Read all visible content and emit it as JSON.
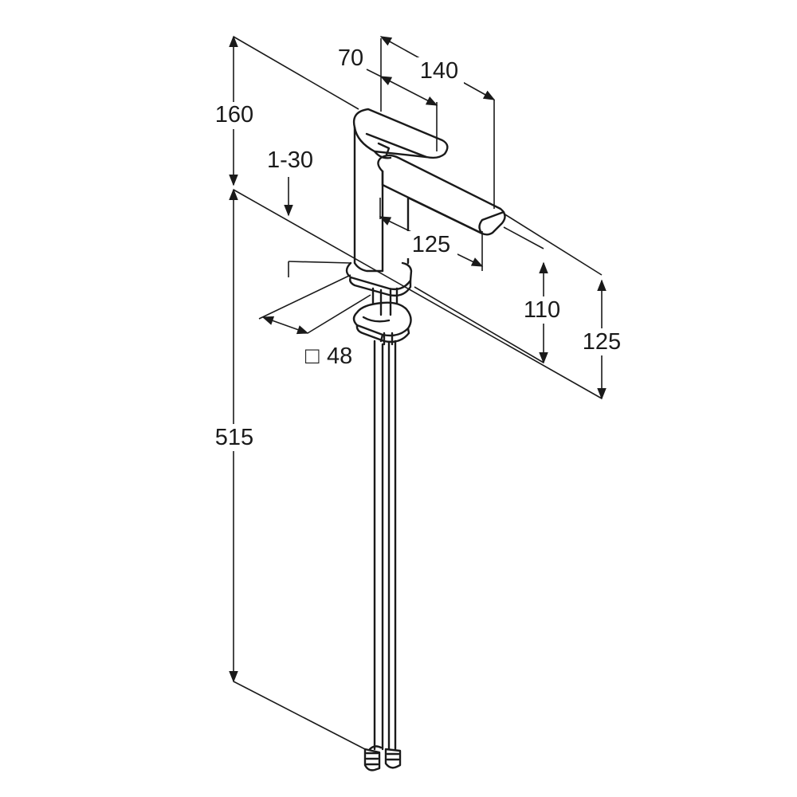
{
  "drawing": {
    "subject": "basin-faucet-technical-drawing",
    "line_color": "#1a1a1a",
    "background": "#ffffff"
  },
  "dimensions": {
    "spout_top_offset": "70",
    "spout_length": "140",
    "faucet_height": "160",
    "deck_thickness": "1-30",
    "spout_reach": "125",
    "spout_outlet_height": "110",
    "outlet_height_total": "125",
    "base_square_glyph": "□",
    "base_square": "48",
    "supply_hose_length": "515"
  }
}
